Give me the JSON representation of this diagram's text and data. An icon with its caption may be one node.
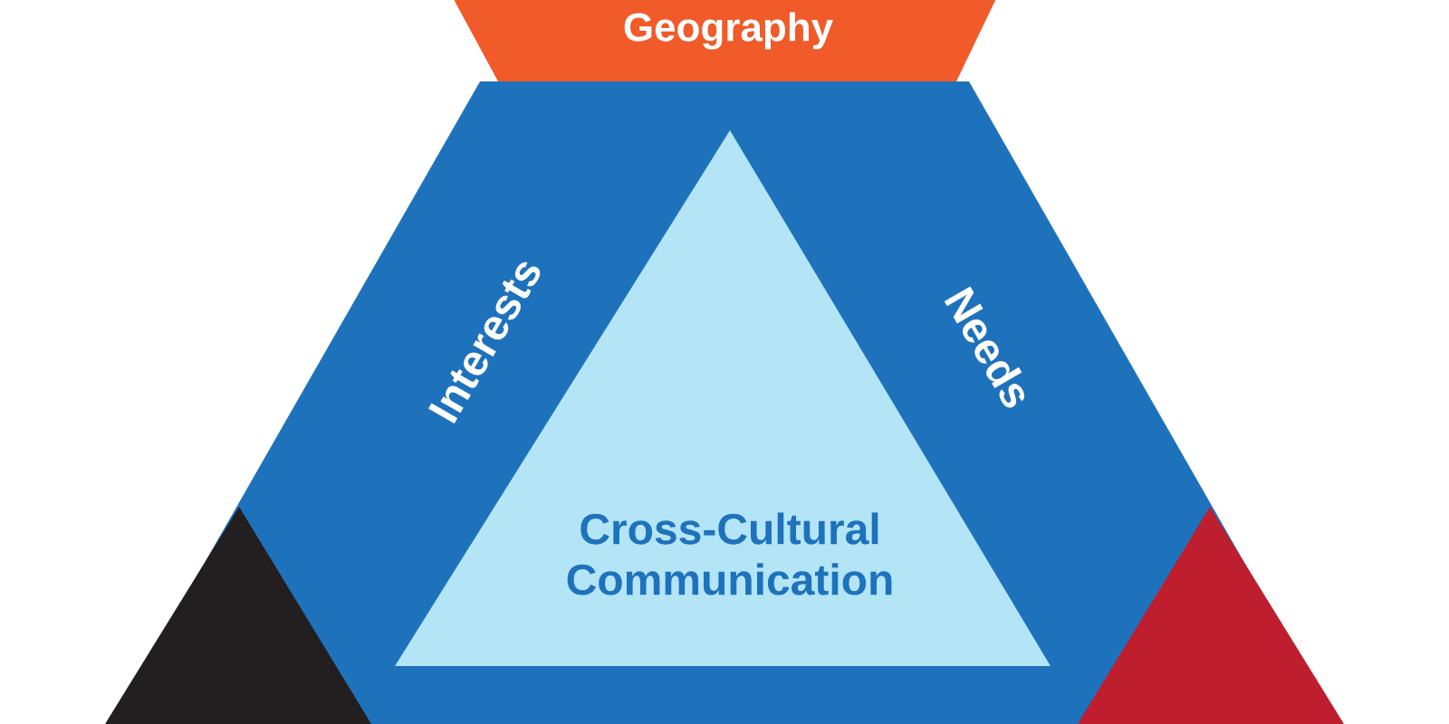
{
  "diagram": {
    "nodes": [
      {
        "text": [
          "Geography"
        ]
      },
      {
        "text": [
          "Interests",
          "Needs"
        ]
      },
      {
        "text": [
          "Cross-Cultural Communication"
        ],
        "in": 1
      },
      {
        "text": [],
        "shape": "triangle",
        "in": 1
      },
      {
        "text": [],
        "shape": "triangle",
        "in": 1
      }
    ]
  }
}
